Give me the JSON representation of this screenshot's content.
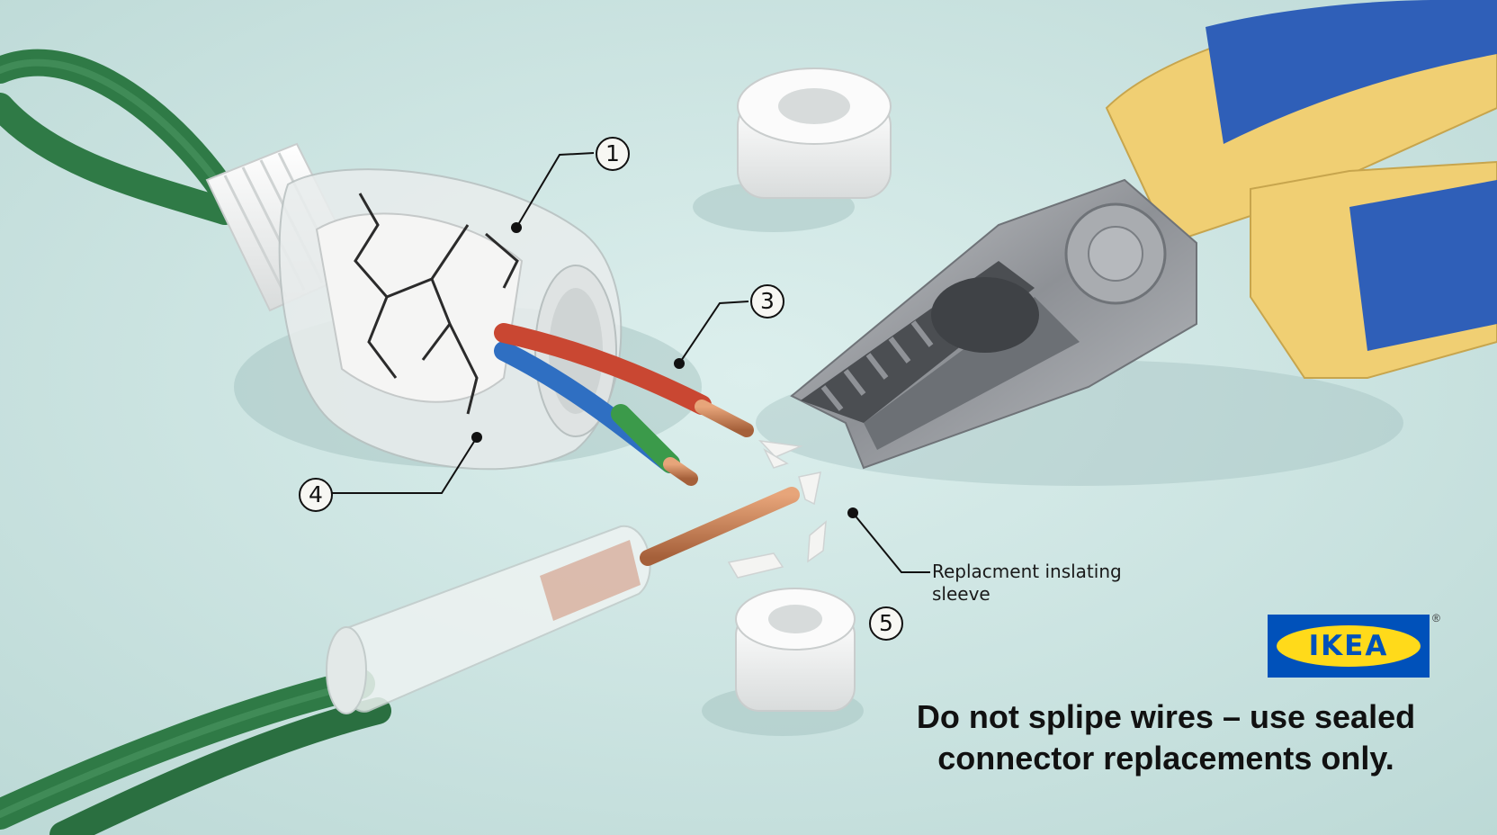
{
  "callouts": {
    "one": "1",
    "three": "3",
    "four": "4",
    "five": "5"
  },
  "labels": {
    "sleeve_line1": "Replacment inslating",
    "sleeve_line2": "sleeve"
  },
  "brand": {
    "name": "IKEA",
    "registered": "®"
  },
  "warning": {
    "line1": "Do not splipe wires – use sealed",
    "line2": "connector replacements only."
  },
  "colors": {
    "background": "#cfe5e2",
    "cable_green": "#2f7a46",
    "wire_red": "#c94732",
    "wire_blue": "#2f6fc2",
    "copper": "#d08a5a",
    "plier_grip_yellow": "#f0cf73",
    "plier_grip_blue": "#2f5fb8",
    "logo_blue": "#0051ba",
    "logo_yellow": "#ffda1a"
  }
}
